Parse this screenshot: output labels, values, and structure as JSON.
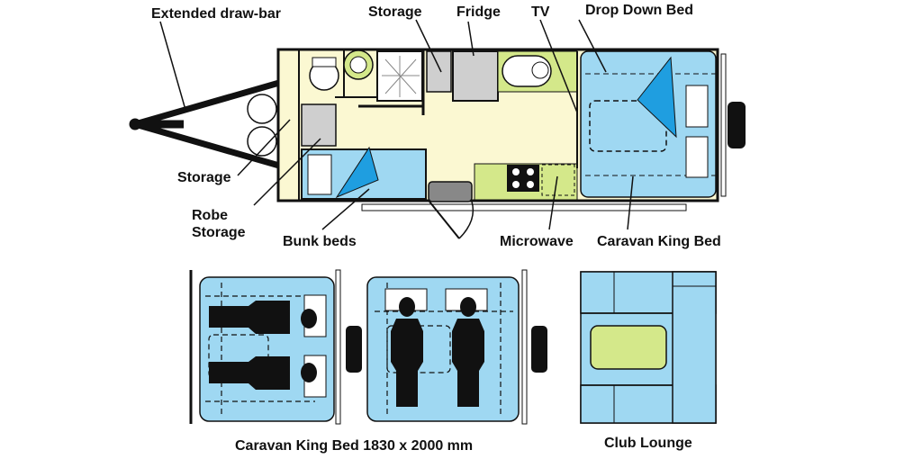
{
  "labels": {
    "drawbar": "Extended draw-bar",
    "storage_top": "Storage",
    "fridge": "Fridge",
    "tv": "TV",
    "drop_down_bed": "Drop Down Bed",
    "storage_left": "Storage",
    "robe_storage_line1": "Robe",
    "robe_storage_line2": "Storage",
    "bunk_beds": "Bunk beds",
    "microwave": "Microwave",
    "caravan_king_bed": "Caravan King Bed",
    "king_bed_caption": "Caravan King Bed 1830 x 2000 mm",
    "club_lounge": "Club Lounge"
  },
  "colors": {
    "floor": "#fbf8d2",
    "bed_blue": "#9fd8f2",
    "bright_blue": "#1f9ee0",
    "green": "#d4e88a",
    "grey": "#cfcfcf",
    "outline": "#111111"
  }
}
